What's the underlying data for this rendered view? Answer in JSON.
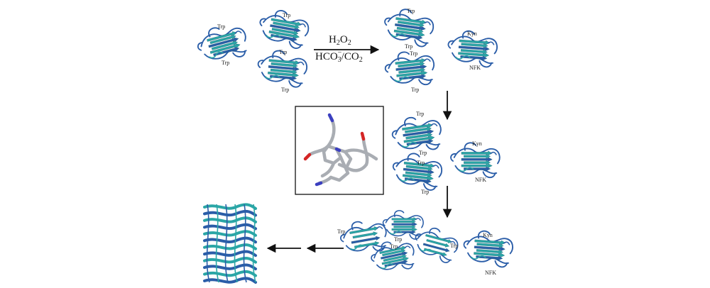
{
  "reaction": {
    "reagent_top": [
      "H",
      "2",
      "O",
      "2"
    ],
    "reagent_bottom": [
      "HCO",
      "3",
      "−",
      "/CO",
      "2"
    ]
  },
  "labels": {
    "trp": "Trp",
    "kyn": "Kyn",
    "nfk": "NFK"
  },
  "colors": {
    "teal": "#2aa6a6",
    "blue": "#2a5da8",
    "inset_stick": "#a9adb3",
    "nitrogen": "#3b3fc0",
    "oxygen": "#d42525",
    "arrow": "#111111"
  }
}
